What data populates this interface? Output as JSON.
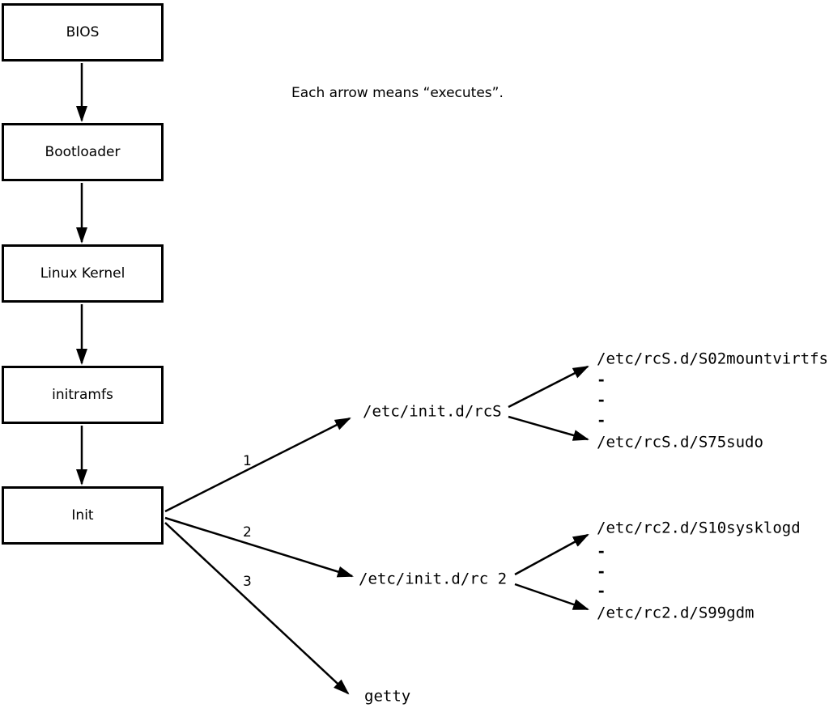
{
  "caption": "Each arrow means “executes”.",
  "boot_chain": [
    {
      "label": "BIOS"
    },
    {
      "label": "Bootloader"
    },
    {
      "label": "Linux Kernel"
    },
    {
      "label": "initramfs"
    },
    {
      "label": "Init"
    }
  ],
  "init_targets": [
    {
      "order": "1",
      "label": "/etc/init.d/rcS"
    },
    {
      "order": "2",
      "label": "/etc/init.d/rc 2"
    },
    {
      "order": "3",
      "label": "getty"
    }
  ],
  "rcS_scripts": {
    "first": "/etc/rcS.d/S02mountvirtfs",
    "ellipsis": [
      "-",
      "-",
      "-"
    ],
    "last": "/etc/rcS.d/S75sudo"
  },
  "rc2_scripts": {
    "first": "/etc/rc2.d/S10sysklogd",
    "ellipsis": [
      "-",
      "-",
      "-"
    ],
    "last": "/etc/rc2.d/S99gdm"
  },
  "colors": {
    "line": "#000000",
    "background": "#ffffff"
  }
}
